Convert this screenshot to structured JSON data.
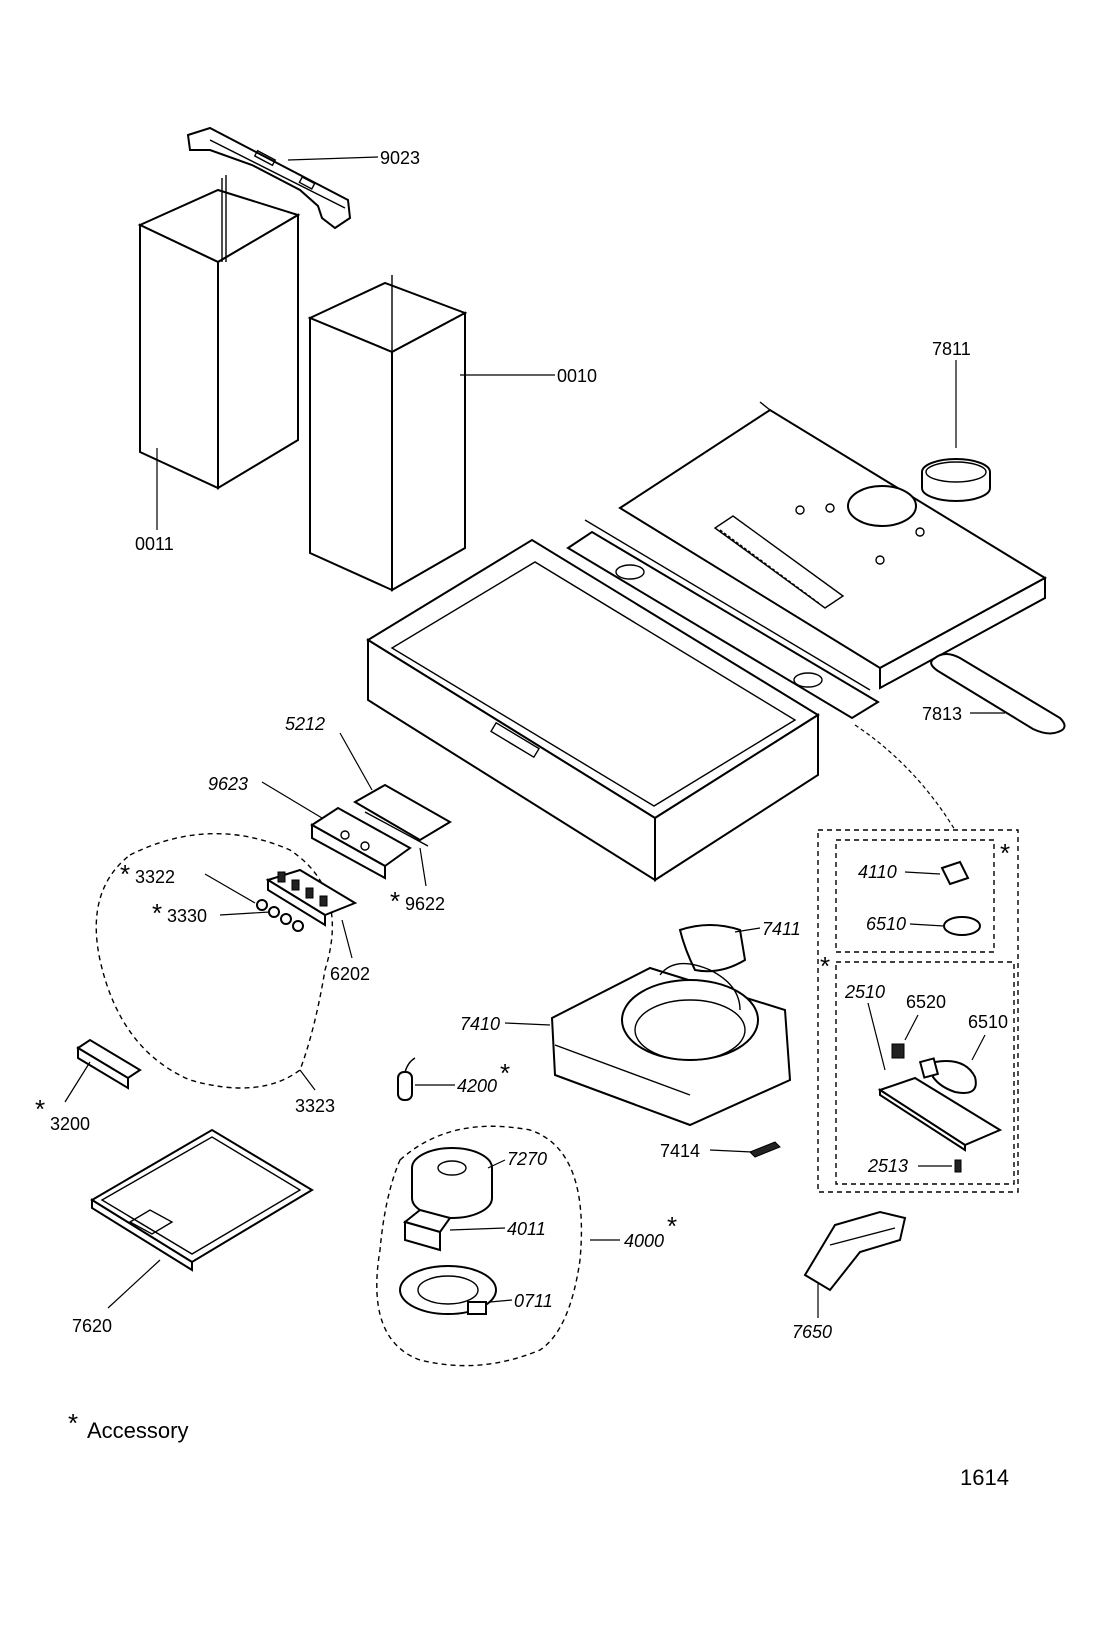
{
  "parts": {
    "p9023": "9023",
    "p0010": "0010",
    "p0011": "0011",
    "p7811": "7811",
    "p7813": "7813",
    "p5212": "5212",
    "p9623": "9623",
    "p3322": "3322",
    "p3330": "3330",
    "p9622": "9622",
    "p6202": "6202",
    "p3200": "3200",
    "p3323": "3323",
    "p4110": "4110",
    "p6510a": "6510",
    "p2510": "2510",
    "p6520": "6520",
    "p6510b": "6510",
    "p2513": "2513",
    "p7411": "7411",
    "p7410": "7410",
    "p4200": "4200",
    "p7414": "7414",
    "p7270": "7270",
    "p4011": "4011",
    "p4000": "4000",
    "p0711": "0711",
    "p7620": "7620",
    "p7650": "7650"
  },
  "accessory_marker": "*",
  "legend": {
    "star": "*",
    "text": "Accessory"
  },
  "page_number": "1614"
}
